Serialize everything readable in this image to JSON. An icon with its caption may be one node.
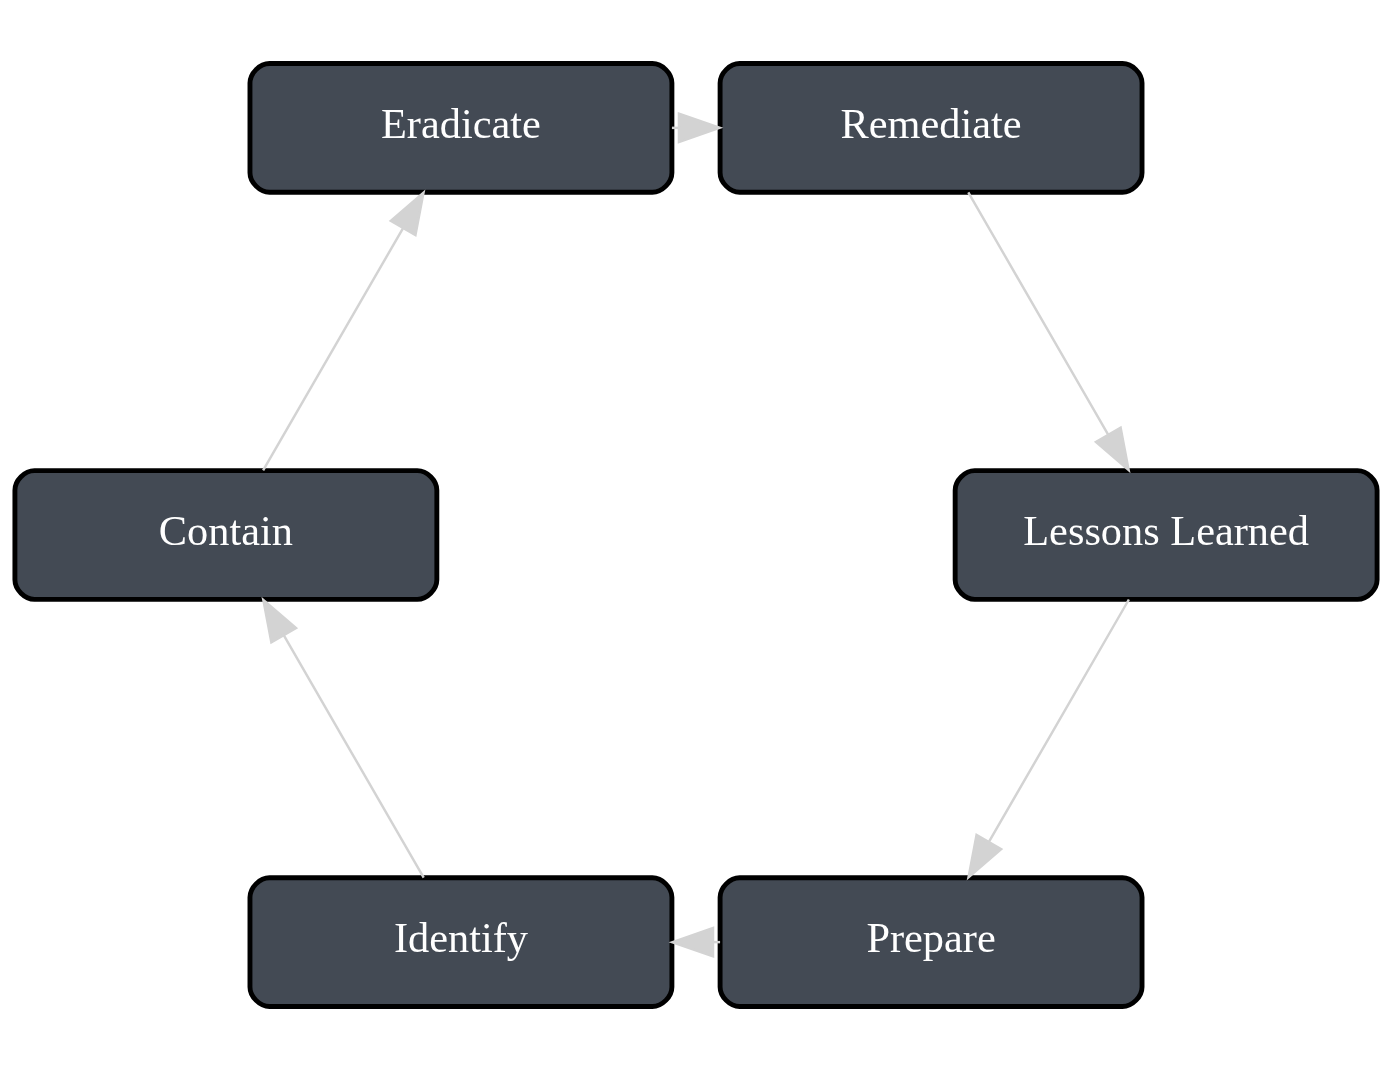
{
  "diagram": {
    "nodes": [
      {
        "text": [
          "Prepare"
        ]
      },
      {
        "text": [
          "Identify"
        ]
      },
      {
        "text": [
          "Contain"
        ]
      },
      {
        "text": [
          "Eradicate"
        ]
      },
      {
        "text": [
          "Remediate"
        ]
      },
      {
        "text": [
          "Lessons Learned"
        ]
      }
    ],
    "edges": [
      {
        "from": 0,
        "to": 1,
        "arrow": "to"
      },
      {
        "from": 1,
        "to": 2,
        "arrow": "to"
      },
      {
        "from": 2,
        "to": 3,
        "arrow": "to"
      },
      {
        "from": 3,
        "to": 4,
        "arrow": "to"
      },
      {
        "from": 4,
        "to": 5,
        "arrow": "to"
      },
      {
        "from": 5,
        "to": 0,
        "arrow": "to"
      }
    ]
  }
}
